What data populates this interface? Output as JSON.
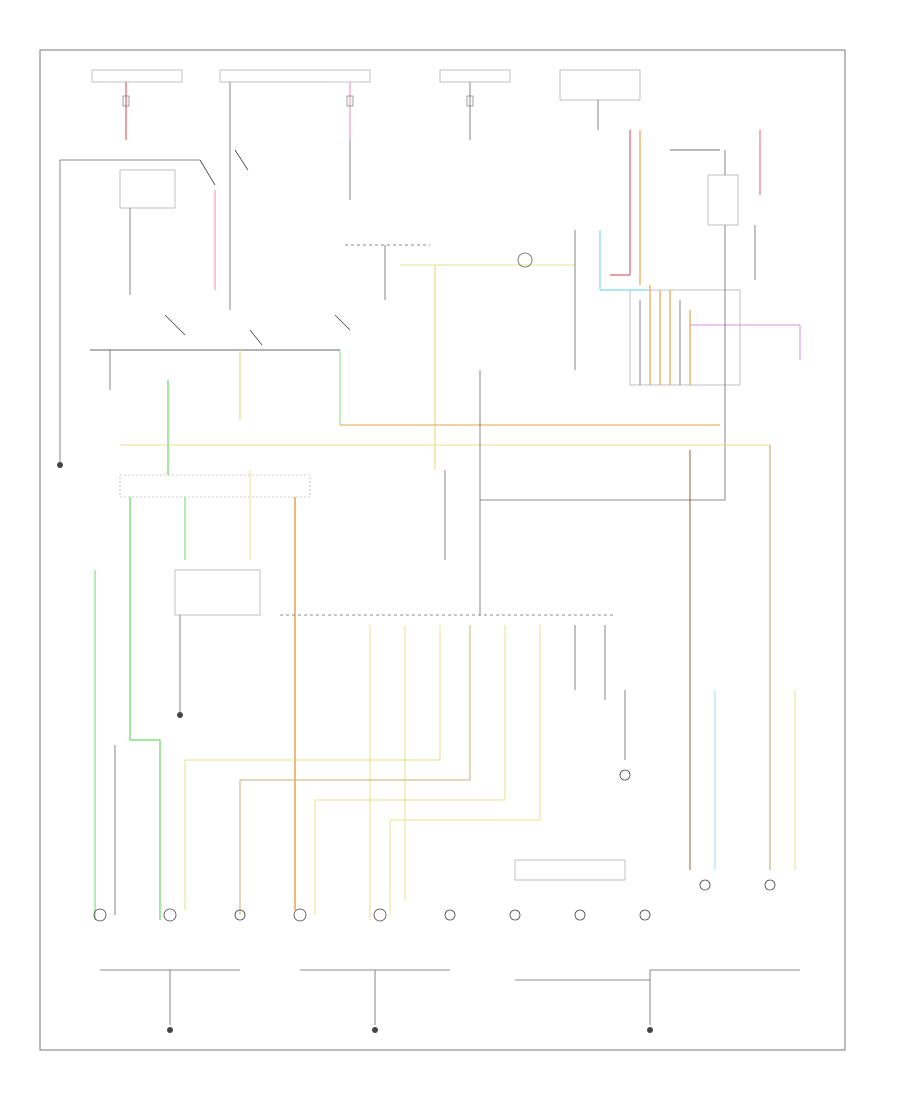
{
  "diagram": {
    "figure_code": "",
    "nodes": [
      {
        "id": "top-fuse-1",
        "label": ""
      },
      {
        "id": "top-fuse-2",
        "label": ""
      },
      {
        "id": "top-fuse-3",
        "label": ""
      },
      {
        "id": "top-fuse-4",
        "label": ""
      },
      {
        "id": "top-fuse-5",
        "label": ""
      },
      {
        "id": "headlamp-switch",
        "label": ""
      },
      {
        "id": "turn-hazard-switch",
        "label": ""
      },
      {
        "id": "flasher",
        "label": ""
      },
      {
        "id": "transaxle-switch",
        "label": ""
      },
      {
        "id": "daytime-running-module",
        "label": ""
      },
      {
        "id": "multi-function-switch",
        "label": ""
      },
      {
        "id": "ground-left",
        "label": ""
      },
      {
        "id": "ground-center",
        "label": ""
      },
      {
        "id": "ground-right",
        "label": ""
      }
    ],
    "lamps": [
      {
        "id": "lamp-1",
        "label": ""
      },
      {
        "id": "lamp-2",
        "label": ""
      },
      {
        "id": "lamp-3",
        "label": ""
      },
      {
        "id": "lamp-4",
        "label": ""
      },
      {
        "id": "lamp-5",
        "label": ""
      },
      {
        "id": "lamp-6",
        "label": ""
      },
      {
        "id": "lamp-7",
        "label": ""
      },
      {
        "id": "lamp-8",
        "label": ""
      },
      {
        "id": "lamp-9",
        "label": ""
      },
      {
        "id": "lamp-10",
        "label": ""
      },
      {
        "id": "lamp-11",
        "label": ""
      },
      {
        "id": "lamp-12",
        "label": ""
      }
    ],
    "wire_colors": {
      "black": "#6e6e6e",
      "green": "#7ee27e",
      "yellow": "#e6e08a",
      "orange": "#e9a24a",
      "pink": "#f3a0b5",
      "red": "#e0606a",
      "cyan": "#7fd7e8",
      "violet": "#d78ee0",
      "tan": "#c9b07a",
      "brown": "#b07a55"
    }
  }
}
